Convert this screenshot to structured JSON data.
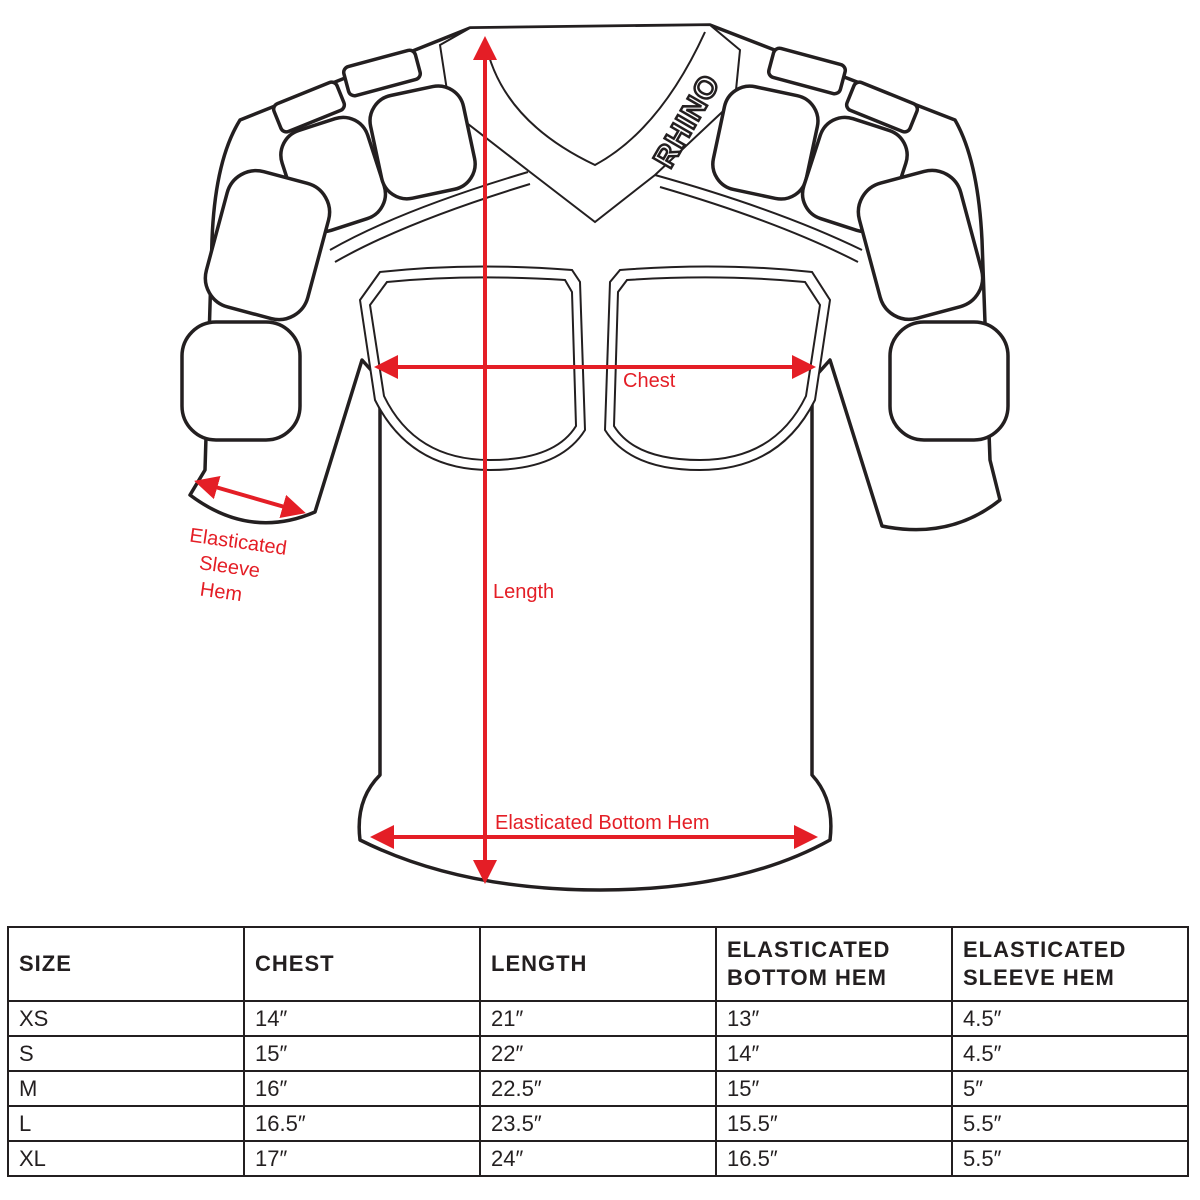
{
  "brand": "RHINO",
  "labels": {
    "chest": "Chest",
    "length": "Length",
    "bottom_hem": "Elasticated Bottom Hem",
    "sleeve_hem_line1": "Elasticated",
    "sleeve_hem_line2": "Sleeve",
    "sleeve_hem_line3": "Hem"
  },
  "colors": {
    "measurement": "#e41e26",
    "outline": "#231f20"
  },
  "table": {
    "headers": [
      [
        "SIZE"
      ],
      [
        "CHEST"
      ],
      [
        "LENGTH"
      ],
      [
        "ELASTICATED",
        "BOTTOM HEM"
      ],
      [
        "ELASTICATED",
        "SLEEVE HEM"
      ]
    ],
    "rows": [
      [
        "XS",
        "14″",
        "21″",
        "13″",
        "4.5″"
      ],
      [
        "S",
        "15″",
        "22″",
        "14″",
        "4.5″"
      ],
      [
        "M",
        "16″",
        "22.5″",
        "15″",
        "5″"
      ],
      [
        "L",
        "16.5″",
        "23.5″",
        "15.5″",
        "5.5″"
      ],
      [
        "XL",
        "17″",
        "24″",
        "16.5″",
        "5.5″"
      ]
    ]
  }
}
